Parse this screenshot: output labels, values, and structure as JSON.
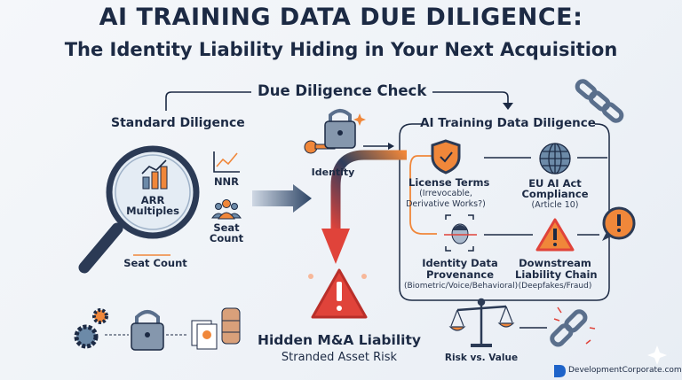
{
  "title": {
    "line1": "AI TRAINING DATA DUE DILIGENCE:",
    "line2": "The Identity Liability Hiding in Your Next Acquisition"
  },
  "flow": {
    "header": "Due Diligence Check"
  },
  "standard": {
    "heading": "Standard Diligence",
    "magnifier_label_1": "ARR",
    "magnifier_label_2": "Multiples",
    "nnr": "NNR",
    "seat_count_1": "Seat",
    "seat_count_2": "Count",
    "seat_count_bottom": "Seat Count"
  },
  "identity": {
    "label": "Identity"
  },
  "ai_box": {
    "heading": "AI Training Data Diligence",
    "items": [
      {
        "title": "License Terms",
        "sub1": "(Irrevocable,",
        "sub2": "Derivative Works?)",
        "icon": "shield-check-icon"
      },
      {
        "title1": "EU AI Act",
        "title2": "Compliance",
        "sub": "(Article 10)",
        "icon": "globe-icon"
      },
      {
        "title1": "Identity Data",
        "title2": "Provenance",
        "sub": "(Biometric/Voice/Behavioral)",
        "icon": "face-scan-icon"
      },
      {
        "title1": "Downstream",
        "title2": "Liability Chain",
        "sub": "(Deepfakes/Fraud)",
        "icon": "warning-icon"
      }
    ]
  },
  "liability": {
    "title": "Hidden M&A Liability",
    "sub": "Stranded Asset Risk"
  },
  "risk": {
    "label": "Risk vs. Value"
  },
  "brand": {
    "name": "DevelopmentCorporate.com"
  },
  "colors": {
    "navy": "#1c2a44",
    "orange": "#f0873a",
    "red": "#e0433a",
    "steel": "#5a6f8c"
  }
}
